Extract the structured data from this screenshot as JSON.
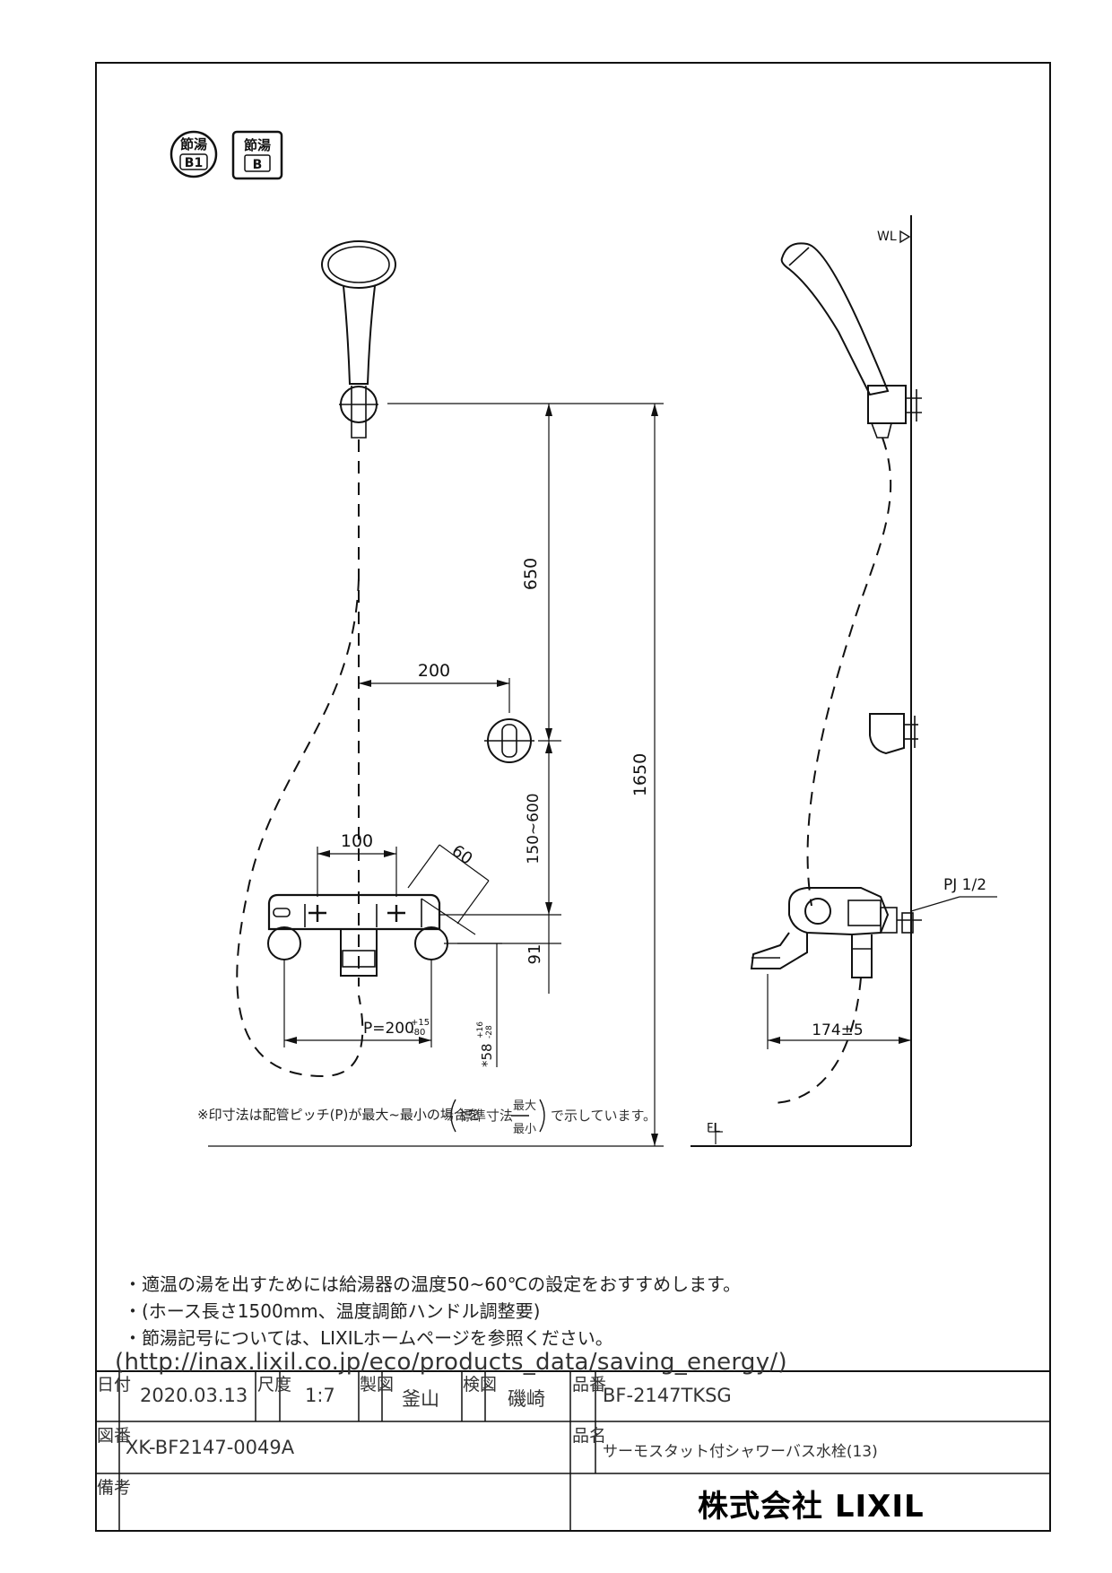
{
  "badges": {
    "badge1_top": "節湯",
    "badge1_bottom": "B1",
    "badge2_top": "節湯",
    "badge2_bottom": "B"
  },
  "dimensions": {
    "d650": "650",
    "d1650": "1650",
    "d200": "200",
    "d150_600": "150~600",
    "d100": "100",
    "d60": "60",
    "d91": "91",
    "d_pitch": "P=200",
    "d_pitch_tol_upper": "+15",
    "d_pitch_tol_lower": "-80",
    "d_58": "*58",
    "d_58_tol_upper": "+16",
    "d_58_tol_lower": "-28",
    "d174": "174±5",
    "wl": "WL",
    "fl": "FL",
    "pj": "PJ 1/2"
  },
  "footnote": {
    "prefix": "※印寸法は配管ピッチ(P)が最大~最小の場合を",
    "std": "標準寸法",
    "max": "最大",
    "min": "最小",
    "suffix": "で示しています。"
  },
  "notes": [
    "・適温の湯を出すためには給湯器の温度50~60℃の設定をおすすめします。",
    "・(ホース長さ1500mm、温度調節ハンドル調整要)",
    "・節湯記号については、LIXILホームページを参照ください。"
  ],
  "url": "(http://inax.lixil.co.jp/eco/products_data/saving_energy/)",
  "title_block": {
    "date_label": "日付",
    "date": "2020.03.13",
    "scale_label": "尺度",
    "scale": "1:7",
    "drawn_label": "製図",
    "drawn": "釜山",
    "checked_label": "検図",
    "checked": "磯崎",
    "part_no_label": "品番",
    "part_no": "BF-2147TKSG",
    "drawing_no_label": "図番",
    "drawing_no": "XK-BF2147-0049A",
    "name_label": "品名",
    "name": "サーモスタット付シャワーバス水栓(13)",
    "remarks_label": "備考",
    "company": "株式会社 LIXIL"
  }
}
